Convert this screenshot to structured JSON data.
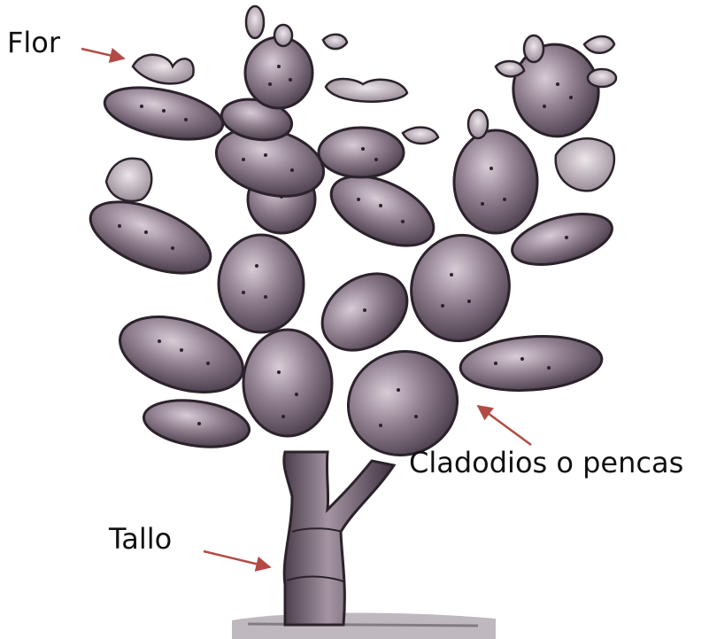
{
  "labels": {
    "flower": "Flor",
    "cladodes": "Cladodios o pencas",
    "stem": "Tallo"
  },
  "colors": {
    "pad_fill": "#8e7d8d",
    "pad_dark": "#3a2e3a",
    "pad_light": "#c9bcc8",
    "arrow": "#b44a45",
    "ground": "#6e6470"
  }
}
